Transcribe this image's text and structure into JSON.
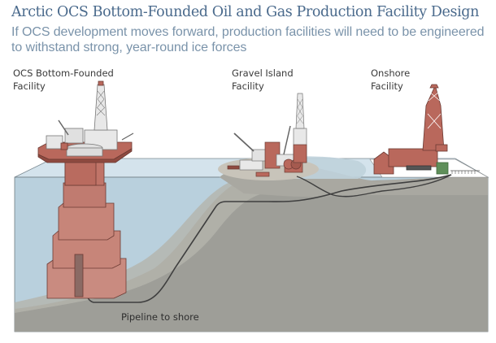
{
  "header": {
    "title": "Arctic OCS Bottom-Founded Oil and Gas Production Facility Design",
    "subtitle": "If OCS development moves forward, production facilities will need to be engineered to withstand strong, year-round ice forces"
  },
  "labels": {
    "ocs_facility": "OCS Bottom-Founded\nFacility",
    "gravel_island": "Gravel Island\nFacility",
    "onshore": "Onshore\nFacility",
    "pipeline": "Pipeline to shore"
  },
  "colors": {
    "title": "#4a6a8c",
    "subtitle": "#7a93aa",
    "water_surface": "#cfe0ea",
    "water_body": "#b7cfdc",
    "seabed": "#9c9c96",
    "seabed_light": "#bdbcb3",
    "structure_red": "#b9685c",
    "structure_red_dark": "#8f4a40",
    "building_white": "#e8e8e8",
    "green_tank": "#5f8f5a"
  }
}
